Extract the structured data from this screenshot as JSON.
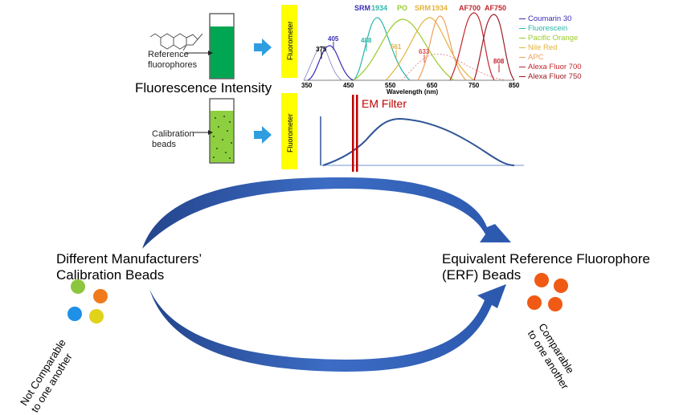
{
  "top_panel": {
    "reference_label": [
      "Reference",
      "fluorophores"
    ],
    "fluorometer_label": "Fluorometer",
    "intensity_label": "Fluorescence Intensity"
  },
  "bottom_panel": {
    "beads_label": [
      "Calibration",
      "beads"
    ],
    "fluorometer_label": "Fluorometer",
    "em_filter_label": "EM Filter"
  },
  "spectra": {
    "xlabel": "Wavelength (nm)",
    "xticks": [
      "350",
      "450",
      "550",
      "650",
      "750",
      "850"
    ],
    "top_labels": [
      {
        "text": "SRM",
        "color": "#3a2db5"
      },
      {
        "text": "1934",
        "color": "#2ab7a8"
      },
      {
        "text": "PO",
        "color": "#9acb2e"
      },
      {
        "text": "SRM",
        "color": "#e3b33c"
      },
      {
        "text": "1934",
        "color": "#e3b33c"
      },
      {
        "text": "AF700",
        "color": "#c0262e"
      },
      {
        "text": "AF750",
        "color": "#c0262e"
      }
    ],
    "peak_labels": [
      {
        "text": "375",
        "color": "#000000"
      },
      {
        "text": "405",
        "color": "#3a2db5"
      },
      {
        "text": "488",
        "color": "#2ab7a8"
      },
      {
        "text": "561",
        "color": "#e3b33c"
      },
      {
        "text": "633",
        "color": "#d9534f"
      },
      {
        "text": "808",
        "color": "#c0262e"
      }
    ],
    "legend": [
      {
        "name": "Coumarin 30",
        "color": "#3a2db5"
      },
      {
        "name": "Fluorescein",
        "color": "#2ab7a8"
      },
      {
        "name": "Pacific Orange",
        "color": "#9acb2e"
      },
      {
        "name": "Nile Red",
        "color": "#e3b33c"
      },
      {
        "name": "APC",
        "color": "#f0a05a"
      },
      {
        "name": "Alexa Fluor 700",
        "color": "#c0262e"
      },
      {
        "name": "Alexa Fluor 750",
        "color": "#9c1d24"
      }
    ]
  },
  "left_group": {
    "title": [
      "Different Manufacturers’",
      "Calibration Beads"
    ],
    "note": [
      "Not Comparable",
      "to one another"
    ],
    "bead_colors": [
      "#8cc63f",
      "#f07b1d",
      "#1e90e8",
      "#e1d21a"
    ]
  },
  "right_group": {
    "title": [
      "Equivalent Reference Fluorophore",
      "(ERF) Beads"
    ],
    "note": [
      "Comparable",
      "to one another"
    ],
    "bead_colors": [
      "#f05a14",
      "#f05a14",
      "#f05a14",
      "#f05a14"
    ]
  },
  "colors": {
    "tube_green": "#00a651",
    "bead_green": "#8dcf3f",
    "arrow_blue": "#2e9ee0",
    "fluorometer_yellow": "#ffff00",
    "em_filter_red": "#c00000",
    "curve_blue": "#2f5597",
    "big_arrow_blue": "#2f5aa8"
  }
}
